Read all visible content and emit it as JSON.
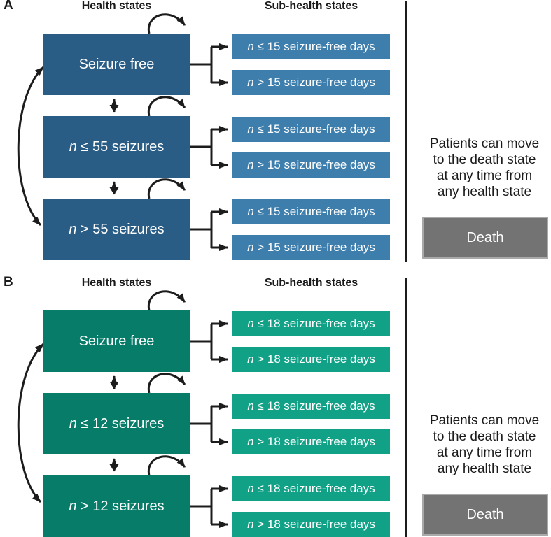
{
  "colors": {
    "a-main": "#295d85",
    "a-sub": "#3d7ead",
    "b-main": "#077c69",
    "b-sub": "#10a186",
    "death": "#737373",
    "line": "#1c1c1c",
    "text": "#1a1a1a",
    "box-text": "#ffffff"
  },
  "panels": [
    {
      "label": "A",
      "health_header": "Health states",
      "sub_header": "Sub-health states",
      "states": [
        {
          "it": "",
          "text": "Seizure free",
          "subs": [
            {
              "it": "n",
              "text": " ≤ 15 seizure-free days"
            },
            {
              "it": "n",
              "text": " > 15 seizure-free days"
            }
          ]
        },
        {
          "it": "n",
          "text": " ≤ 55 seizures",
          "subs": [
            {
              "it": "n",
              "text": " ≤ 15 seizure-free days"
            },
            {
              "it": "n",
              "text": " > 15 seizure-free days"
            }
          ]
        },
        {
          "it": "n",
          "text": " > 55 seizures",
          "subs": [
            {
              "it": "n",
              "text": " ≤ 15 seizure-free days"
            },
            {
              "it": "n",
              "text": " > 15 seizure-free days"
            }
          ]
        }
      ],
      "death_note_lines": [
        "Patients can move",
        "to the death state",
        "at any time from",
        "any health state"
      ],
      "death_label": "Death"
    },
    {
      "label": "B",
      "health_header": "Health states",
      "sub_header": "Sub-health states",
      "states": [
        {
          "it": "",
          "text": "Seizure free",
          "subs": [
            {
              "it": "n",
              "text": " ≤ 18 seizure-free days"
            },
            {
              "it": "n",
              "text": " > 18 seizure-free days"
            }
          ]
        },
        {
          "it": "n",
          "text": " ≤ 12 seizures",
          "subs": [
            {
              "it": "n",
              "text": " ≤ 18 seizure-free days"
            },
            {
              "it": "n",
              "text": " > 18 seizure-free days"
            }
          ]
        },
        {
          "it": "n",
          "text": " > 12 seizures",
          "subs": [
            {
              "it": "n",
              "text": " ≤ 18 seizure-free days"
            },
            {
              "it": "n",
              "text": " > 18 seizure-free days"
            }
          ]
        }
      ],
      "death_note_lines": [
        "Patients can move",
        "to the death state",
        "at any time from",
        "any health state"
      ],
      "death_label": "Death"
    }
  ]
}
